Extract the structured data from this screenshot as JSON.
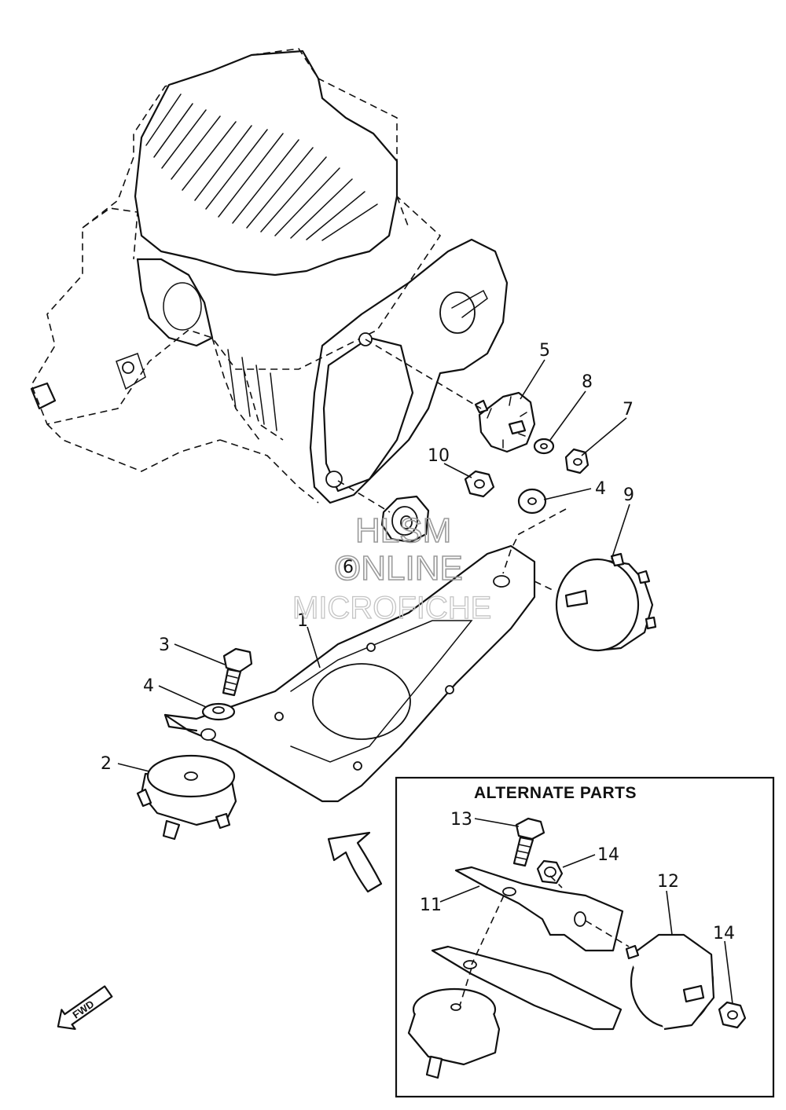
{
  "callouts": {
    "c1": "1",
    "c2": "2",
    "c3": "3",
    "c4a": "4",
    "c4b": "4",
    "c5": "5",
    "c6": "6",
    "c7": "7",
    "c8": "8",
    "c9": "9",
    "c10": "10"
  },
  "alternate": {
    "title": "ALTERNATE PARTS",
    "c11": "11",
    "c12": "12",
    "c13": "13",
    "c14a": "14",
    "c14b": "14"
  },
  "watermark": {
    "line1": "HLSM",
    "line2": "ONLINE",
    "line3": "MICROFICHE"
  },
  "direction": {
    "label": "FWD"
  }
}
